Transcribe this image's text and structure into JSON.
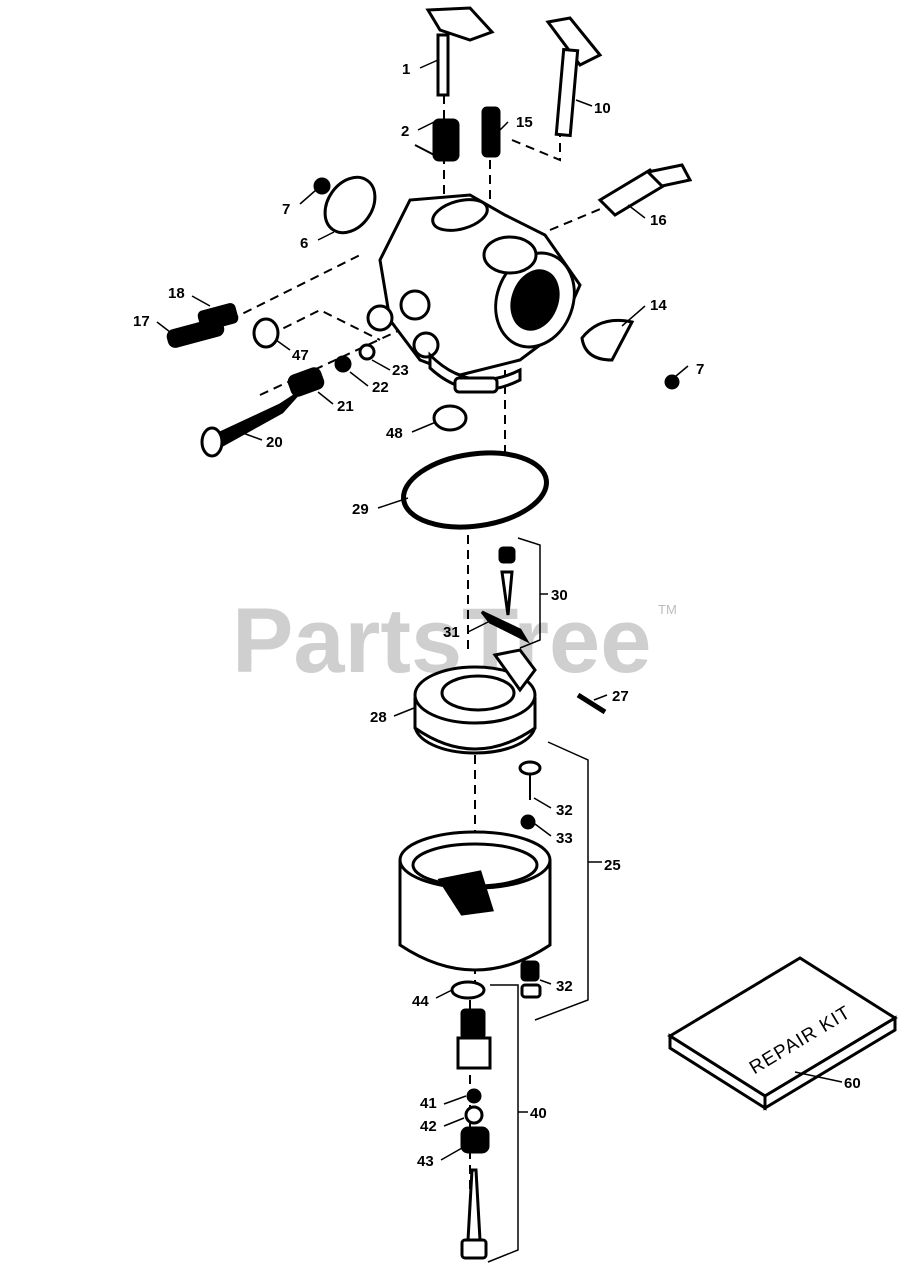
{
  "watermark": {
    "text": "PartsTree",
    "trademark": "TM"
  },
  "repair_kit": {
    "text": "REPAIR KIT",
    "number": "60"
  },
  "callouts": {
    "p1": "1",
    "p2": "2",
    "p6": "6",
    "p7a": "7",
    "p7b": "7",
    "p10": "10",
    "p14": "14",
    "p15": "15",
    "p16": "16",
    "p17": "17",
    "p18": "18",
    "p20": "20",
    "p21": "21",
    "p22": "22",
    "p23": "23",
    "p25": "25",
    "p27": "27",
    "p28": "28",
    "p29": "29",
    "p30": "30",
    "p31": "31",
    "p32a": "32",
    "p32b": "32",
    "p33": "33",
    "p40": "40",
    "p41": "41",
    "p42": "42",
    "p43": "43",
    "p44": "44",
    "p47": "47",
    "p48": "48"
  }
}
